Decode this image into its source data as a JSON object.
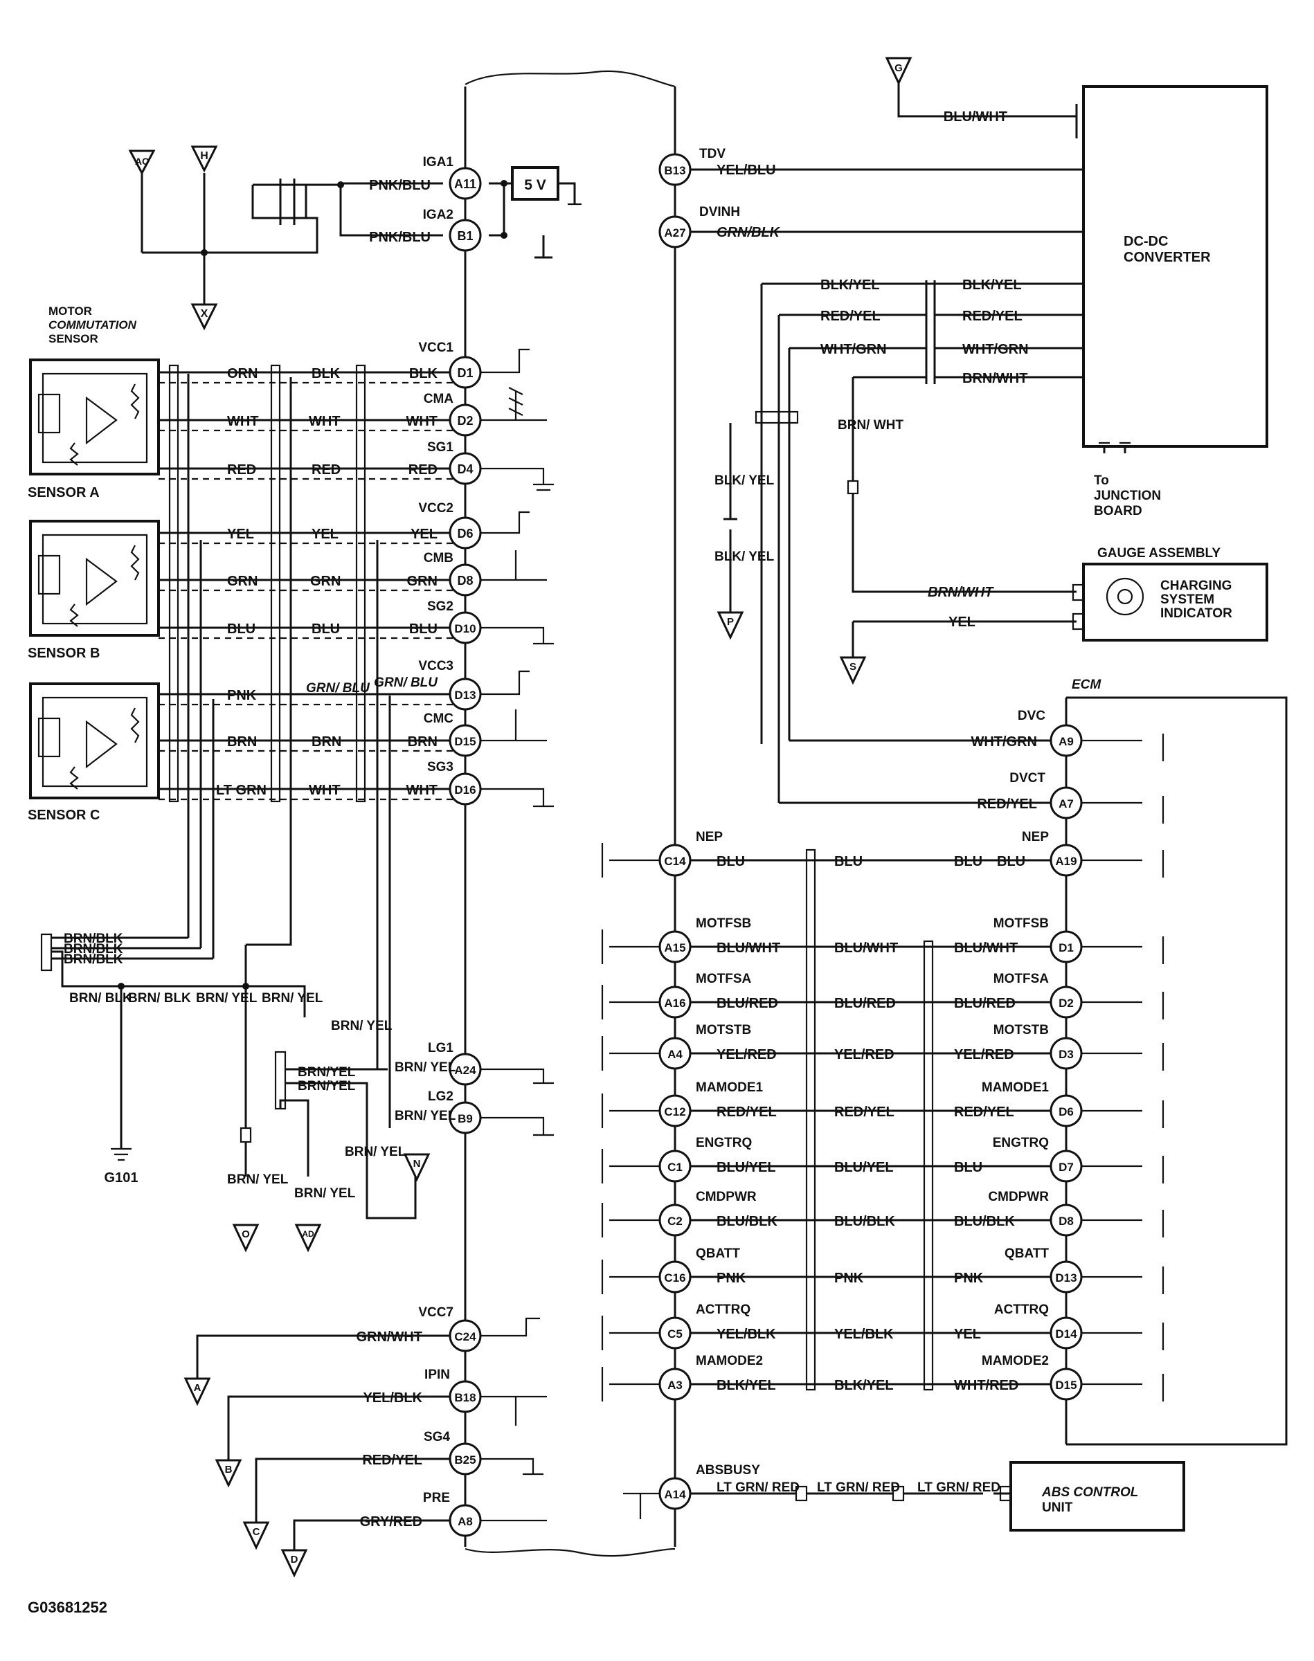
{
  "footer_code": "G03681252",
  "components": {
    "motor_sensor": "MOTOR COMMUTATION SENSOR",
    "sensor_a": "SENSOR A",
    "sensor_b": "SENSOR B",
    "sensor_c": "SENSOR C",
    "dcdc_line1": "DC-DC",
    "dcdc_line2": "CONVERTER",
    "junction_line1": "To",
    "junction_line2": "JUNCTION",
    "junction_line3": "BOARD",
    "gauge_assembly": "GAUGE ASSEMBLY",
    "charging_line1": "CHARGING",
    "charging_line2": "SYSTEM",
    "charging_line3": "INDICATOR",
    "ecm": "ECM",
    "abs_line1": "ABS CONTROL",
    "abs_line2": "UNIT",
    "five_volt": "5 V",
    "ground_g101": "G101"
  },
  "connectors": [
    "G",
    "AC",
    "H",
    "X",
    "P",
    "S",
    "O",
    "AD",
    "N",
    "A",
    "B",
    "C",
    "D"
  ],
  "left_pins": [
    {
      "name": "IGA1",
      "pin": "A11",
      "wire": "PNK/BLU"
    },
    {
      "name": "IGA2",
      "pin": "B1",
      "wire": "PNK/BLU"
    },
    {
      "name": "VCC1",
      "pin": "D1",
      "wire": "BLK"
    },
    {
      "name": "CMA",
      "pin": "D2",
      "wire": "WHT"
    },
    {
      "name": "SG1",
      "pin": "D4",
      "wire": "RED"
    },
    {
      "name": "VCC2",
      "pin": "D6",
      "wire": "YEL"
    },
    {
      "name": "CMB",
      "pin": "D8",
      "wire": "GRN"
    },
    {
      "name": "SG2",
      "pin": "D10",
      "wire": "BLU"
    },
    {
      "name": "VCC3",
      "pin": "D13",
      "wire": "GRN/ BLU"
    },
    {
      "name": "CMC",
      "pin": "D15",
      "wire": "BRN"
    },
    {
      "name": "SG3",
      "pin": "D16",
      "wire": "WHT"
    },
    {
      "name": "LG1",
      "pin": "A24",
      "wire": "BRN/ YEL"
    },
    {
      "name": "LG2",
      "pin": "B9",
      "wire": "BRN/ YEL"
    },
    {
      "name": "VCC7",
      "pin": "C24",
      "wire": "GRN/WHT"
    },
    {
      "name": "IPIN",
      "pin": "B18",
      "wire": "YEL/BLK"
    },
    {
      "name": "SG4",
      "pin": "B25",
      "wire": "RED/YEL"
    },
    {
      "name": "PRE",
      "pin": "A8",
      "wire": "GRY/RED"
    }
  ],
  "sensor_harness": {
    "a": [
      "ORN",
      "WHT",
      "RED"
    ],
    "b": [
      "YEL",
      "GRN",
      "BLU"
    ],
    "c": [
      "PNK",
      "BRN",
      "LT GRN"
    ],
    "mid_a": [
      "BLK",
      "WHT",
      "RED"
    ],
    "mid_b": [
      "YEL",
      "GRN",
      "BLU"
    ],
    "mid_c": [
      "GRN/ BLU",
      "BRN",
      "WHT"
    ]
  },
  "ground_splice": {
    "brnblk": "BRN/BLK",
    "brnblk_split": "BRN/ BLK",
    "brnyel_split": "BRN/ YEL",
    "brnyel": "BRN/YEL"
  },
  "right_pins": [
    {
      "name": "TDV",
      "pin": "B13",
      "wire": "YEL/BLU"
    },
    {
      "name": "DVINH",
      "pin": "A27",
      "wire": "GRN/BLK"
    }
  ],
  "dcdc_wires": [
    "BLU/WHT",
    "BLK/YEL",
    "RED/YEL",
    "WHT/GRN",
    "BRN/WHT"
  ],
  "split_labels": {
    "blk_yel": "BLK/ YEL",
    "brn_wht_split": "BRN/ WHT",
    "brn_wht": "BRN/WHT",
    "yel": "YEL"
  },
  "ecm_rows": [
    {
      "left_name": "NEP",
      "left_pin": "C14",
      "w1": "BLU",
      "w2": "BLU",
      "w3": "BLU",
      "w4": "BLU",
      "right_name": "NEP",
      "right_pin": "A19"
    },
    {
      "left_name": "MOTFSB",
      "left_pin": "A15",
      "w1": "BLU/WHT",
      "w2": "BLU/WHT",
      "w3": "BLU/WHT",
      "right_name": "MOTFSB",
      "right_pin": "D1"
    },
    {
      "left_name": "MOTFSA",
      "left_pin": "A16",
      "w1": "BLU/RED",
      "w2": "BLU/RED",
      "w3": "BLU/RED",
      "right_name": "MOTFSA",
      "right_pin": "D2"
    },
    {
      "left_name": "MOTSTB",
      "left_pin": "A4",
      "w1": "YEL/RED",
      "w2": "YEL/RED",
      "w3": "YEL/RED",
      "right_name": "MOTSTB",
      "right_pin": "D3"
    },
    {
      "left_name": "MAMODE1",
      "left_pin": "C12",
      "w1": "RED/YEL",
      "w2": "RED/YEL",
      "w3": "RED/YEL",
      "right_name": "MAMODE1",
      "right_pin": "D6"
    },
    {
      "left_name": "ENGTRQ",
      "left_pin": "C1",
      "w1": "BLU/YEL",
      "w2": "BLU/YEL",
      "w3": "BLU",
      "right_name": "ENGTRQ",
      "right_pin": "D7"
    },
    {
      "left_name": "CMDPWR",
      "left_pin": "C2",
      "w1": "BLU/BLK",
      "w2": "BLU/BLK",
      "w3": "BLU/BLK",
      "right_name": "CMDPWR",
      "right_pin": "D8"
    },
    {
      "left_name": "QBATT",
      "left_pin": "C16",
      "w1": "PNK",
      "w2": "PNK",
      "w3": "PNK",
      "right_name": "QBATT",
      "right_pin": "D13"
    },
    {
      "left_name": "ACTTRQ",
      "left_pin": "C5",
      "w1": "YEL/BLK",
      "w2": "YEL/BLK",
      "w3": "YEL",
      "right_name": "ACTTRQ",
      "right_pin": "D14"
    },
    {
      "left_name": "MAMODE2",
      "left_pin": "A3",
      "w1": "BLK/YEL",
      "w2": "BLK/YEL",
      "w3": "WHT/RED",
      "right_name": "MAMODE2",
      "right_pin": "D15"
    }
  ],
  "ecm_top": [
    {
      "name": "DVC",
      "pin": "A9",
      "wire": "WHT/GRN"
    },
    {
      "name": "DVCT",
      "pin": "A7",
      "wire": "RED/YEL"
    }
  ],
  "abs": {
    "name": "ABSBUSY",
    "pin": "A14",
    "wire": "LT GRN/ RED"
  }
}
